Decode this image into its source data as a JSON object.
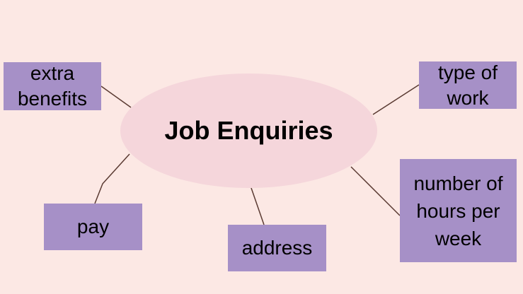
{
  "diagram": {
    "center": {
      "label": "Job Enquiries"
    },
    "nodes": [
      {
        "id": "extra-benefits",
        "label": "extra benefits"
      },
      {
        "id": "type-of-work",
        "label": "type of work"
      },
      {
        "id": "hours",
        "label": "number of hours per week"
      },
      {
        "id": "pay",
        "label": "pay"
      },
      {
        "id": "address",
        "label": "address"
      }
    ]
  },
  "colors": {
    "background": "#fce8e4",
    "center_fill": "#f5d6db",
    "node_fill": "#a690c7",
    "connector": "#5a3a32"
  }
}
